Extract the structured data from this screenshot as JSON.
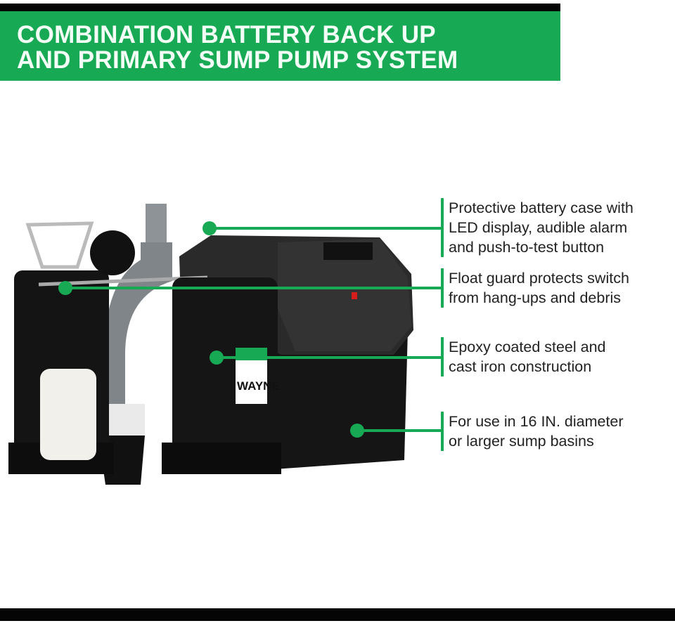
{
  "header": {
    "title_line1": "COMBINATION BATTERY BACK UP",
    "title_line2": "AND PRIMARY SUMP PUMP SYSTEM"
  },
  "product": {
    "brand_logo": "WAYNE"
  },
  "callouts": [
    {
      "lines": [
        "Protective battery case with",
        "LED display, audible alarm",
        "and push-to-test button"
      ]
    },
    {
      "lines": [
        "Float guard protects switch",
        "from hang-ups and debris"
      ]
    },
    {
      "lines": [
        "Epoxy coated steel and",
        "cast iron construction"
      ]
    },
    {
      "lines": [
        "For use in 16 IN. diameter",
        "or larger sump basins"
      ]
    }
  ],
  "colors": {
    "accent": "#17a954",
    "bar": "#050505"
  }
}
